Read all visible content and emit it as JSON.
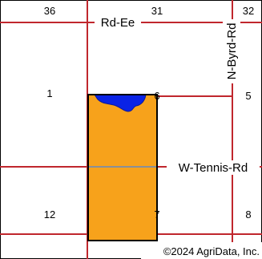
{
  "map": {
    "section_labels": {
      "s36": "36",
      "s31": "31",
      "s32": "32",
      "s1": "1",
      "s6": "6",
      "s5": "5",
      "s12": "12",
      "s7": "7",
      "s8": "8"
    },
    "road_labels": {
      "rd_ee": "Rd-Ee",
      "n_byrd_rd": "N-Byrd-Rd",
      "w_tennis_rd": "W-Tennis-Rd"
    },
    "copyright": "©2024 AgriData, Inc.",
    "colors": {
      "section_line": "#c0272d",
      "road_line": "#c0272d",
      "road_center": "#8a9096",
      "parcel_fill": "#f7a21b",
      "parcel_border": "#000000",
      "water_fill": "#0a23e6",
      "frame_border": "#000000"
    }
  }
}
